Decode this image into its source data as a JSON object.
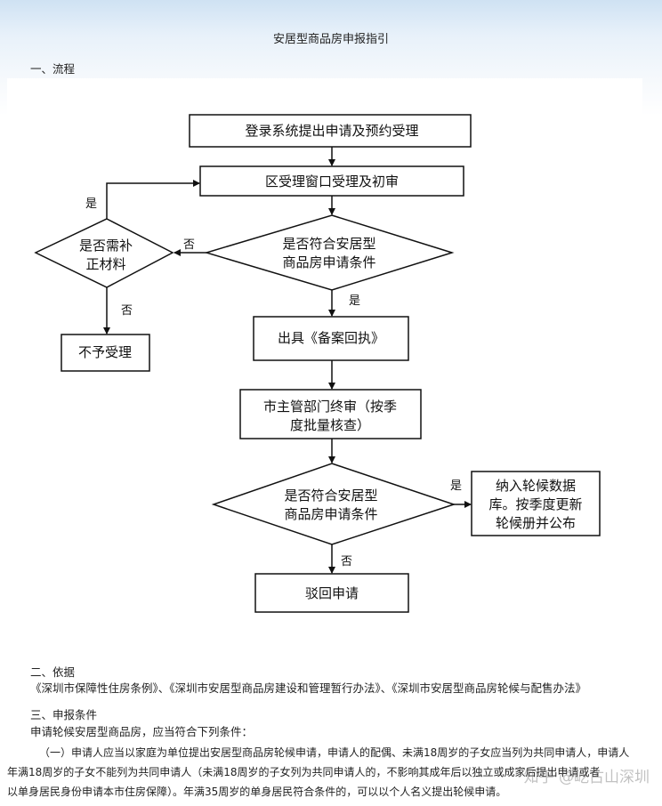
{
  "page": {
    "title": "安居型商品房申报指引",
    "section1": "一、流程",
    "section2": "二、依据",
    "basis_text": "《深圳市保障性住房条例》、《深圳市安居型商品房建设和管理暂行办法》、《深圳市安居型商品房轮候与配售办法》",
    "section3": "三、申报条件",
    "conditions_intro": "申请轮候安居型商品房，应当符合下列条件：",
    "condition1_line1": "（一）申请人应当以家庭为单位提出安居型商品房轮候申请，申请人的配偶、未满18周岁的子女应当列为共同申请人，申请人",
    "condition1_line2": "年满18周岁的子女不能列为共同申请人（未满18周岁的子女列为共同申请人的，不影响其成年后以独立或成家后提出申请或者",
    "condition1_line3": "以单身居民身份申请本市住房保障）。年满35周岁的单身居民符合条件的，可以以个人名义提出轮候申请。",
    "watermark": "知乎 @屹古山深圳"
  },
  "flowchart": {
    "step_login": "登录系统提出申请及预约受理",
    "step_window": "区受理窗口受理及初审",
    "diamond1_line1": "是否符合安居型",
    "diamond1_line2": "商品房申请条件",
    "supplement_line1": "是否需补",
    "supplement_line2": "正材料",
    "reject_accept": "不予受理",
    "receipt": "出具《备案回执》",
    "final_line1": "市主管部门终审（按季",
    "final_line2": "度批量核查）",
    "diamond2_line1": "是否符合安居型",
    "diamond2_line2": "商品房申请条件",
    "queue_line1": "纳入轮候数据",
    "queue_line2": "库。按季度更新",
    "queue_line3": "轮候册并公布",
    "reject_apply": "驳回申请",
    "yes": "是",
    "no": "否"
  }
}
